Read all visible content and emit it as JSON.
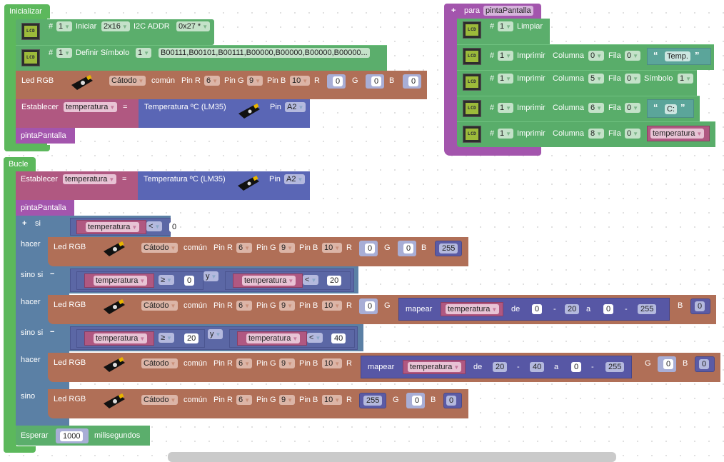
{
  "init": {
    "hat_label": "Inicializar",
    "lcd_init": {
      "hash": "#",
      "id": "1",
      "label": "Iniciar",
      "size": "2x16",
      "addr_label": "I2C ADDR",
      "addr": "0x27 *"
    },
    "lcd_symbol": {
      "hash": "#",
      "id": "1",
      "label": "Definir Símbolo",
      "symbol": "1",
      "bytes": "B00111,B00101,B00111,B00000,B00000,B00000,B00000..."
    },
    "led": {
      "label": "Led RGB",
      "type": "Cátodo",
      "common": "común",
      "pinr_label": "Pin R",
      "pinr": "6",
      "ping_label": "Pin G",
      "ping": "9",
      "pinb_label": "Pin B",
      "pinb": "10",
      "r_label": "R",
      "r": "0",
      "g_label": "G",
      "g": "0",
      "b_label": "B",
      "b": "0"
    },
    "set": {
      "label": "Establecer",
      "var": "temperatura",
      "eq": "=",
      "sensor": "Temperatura ºC (LM35)",
      "pin_label": "Pin",
      "pin": "A2"
    },
    "call": "pintaPantalla"
  },
  "proc": {
    "plus": "+",
    "para": "para",
    "name": "pintaPantalla",
    "clear": {
      "hash": "#",
      "id": "1",
      "label": "Limpiar"
    },
    "prints": [
      {
        "hash": "#",
        "id": "1",
        "label": "Imprimir",
        "col_label": "Columna",
        "col": "0",
        "row_label": "Fila",
        "row": "0",
        "kind": "text",
        "value": "Temp."
      },
      {
        "hash": "#",
        "id": "1",
        "label": "Imprimir",
        "col_label": "Columna",
        "col": "5",
        "row_label": "Fila",
        "row": "0",
        "kind": "symbol",
        "sym_label": "Símbolo",
        "value": "1"
      },
      {
        "hash": "#",
        "id": "1",
        "label": "Imprimir",
        "col_label": "Columna",
        "col": "6",
        "row_label": "Fila",
        "row": "0",
        "kind": "text",
        "value": "C:"
      },
      {
        "hash": "#",
        "id": "1",
        "label": "Imprimir",
        "col_label": "Columna",
        "col": "8",
        "row_label": "Fila",
        "row": "0",
        "kind": "var",
        "value": "temperatura"
      }
    ],
    "quote_open": "“",
    "quote_close": "”"
  },
  "loop": {
    "hat_label": "Bucle",
    "set": {
      "label": "Establecer",
      "var": "temperatura",
      "eq": "=",
      "sensor": "Temperatura ºC (LM35)",
      "pin_label": "Pin",
      "pin": "A2"
    },
    "call": "pintaPantalla",
    "if": {
      "plus": "+",
      "si": "si",
      "hacer": "hacer",
      "sinosi": "sino si",
      "sino": "sino",
      "minus": "−",
      "cond1": {
        "var": "temperatura",
        "op": "<",
        "val": "0"
      },
      "cond2": {
        "a": {
          "var": "temperatura",
          "op": "≥",
          "val": "0"
        },
        "and": "y",
        "b": {
          "var": "temperatura",
          "op": "<",
          "val": "20"
        }
      },
      "cond3": {
        "a": {
          "var": "temperatura",
          "op": "≥",
          "val": "20"
        },
        "and": "y",
        "b": {
          "var": "temperatura",
          "op": "<",
          "val": "40"
        }
      }
    },
    "led_common": {
      "label": "Led RGB",
      "type": "Cátodo",
      "common": "común",
      "pinr_label": "Pin R",
      "pinr": "6",
      "ping_label": "Pin G",
      "ping": "9",
      "pinb_label": "Pin B",
      "pinb": "10",
      "r_label": "R",
      "g_label": "G",
      "b_label": "B"
    },
    "led1": {
      "r": "0",
      "g": "0",
      "b": "255"
    },
    "led2": {
      "r": "0",
      "map": {
        "label": "mapear",
        "var": "temperatura",
        "de": "de",
        "from_lo": "0",
        "dash": "-",
        "from_hi": "20",
        "a": "a",
        "to_lo": "0",
        "to_hi": "255"
      },
      "b": "0"
    },
    "led3": {
      "map": {
        "label": "mapear",
        "var": "temperatura",
        "de": "de",
        "from_lo": "20",
        "dash": "-",
        "from_hi": "40",
        "a": "a",
        "to_lo": "0",
        "to_hi": "255"
      },
      "g": "0",
      "b": "0"
    },
    "led4": {
      "r": "255",
      "g": "0",
      "b": "0"
    },
    "wait": {
      "label": "Esperar",
      "value": "1000",
      "unit": "milisegundos"
    }
  }
}
